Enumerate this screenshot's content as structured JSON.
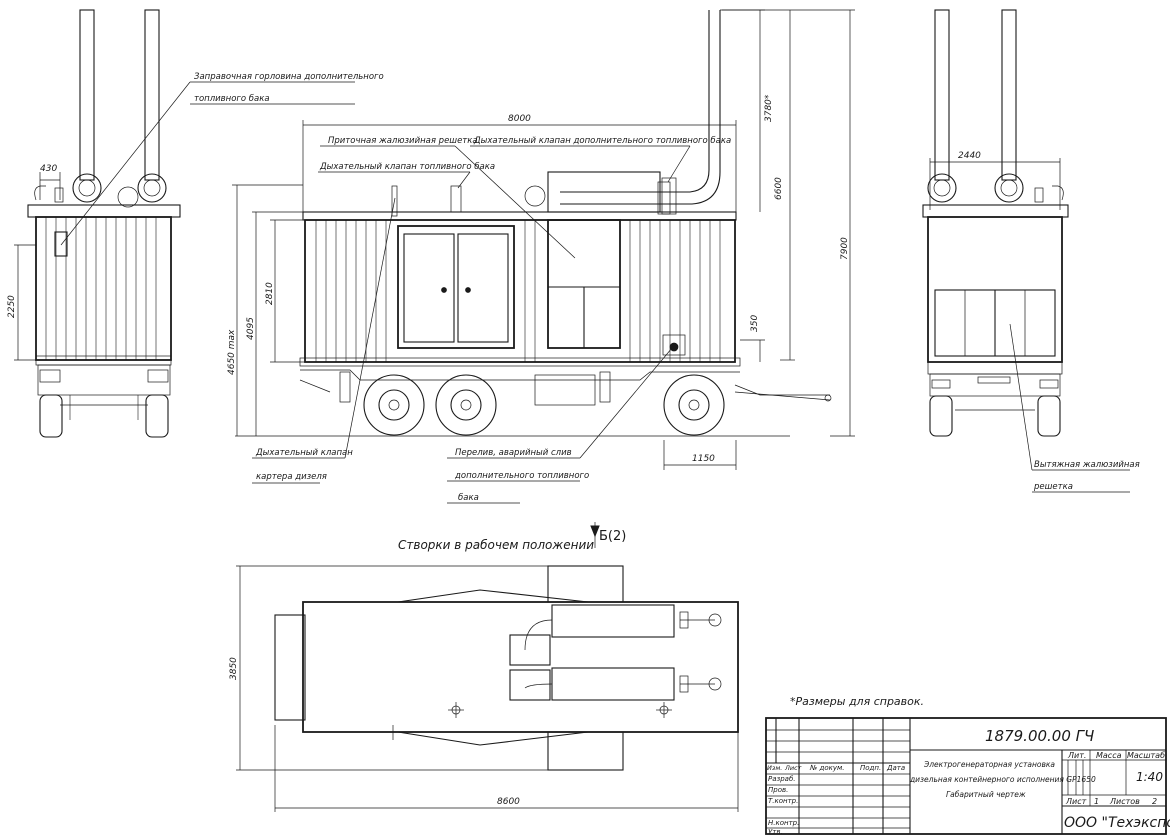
{
  "drawing": {
    "callouts": {
      "filler_neck_1": "Заправочная горловина дополнительного",
      "filler_neck_2": "топливного бака",
      "intake_louver": "Приточная жалюзийная решетка",
      "breather_aux_tank": "Дыхательный клапан дополнительного топливного бака",
      "breather_fuel_tank": "Дыхательный клапан топливного бака",
      "crankcase_breather_1": "Дыхательный клапан",
      "crankcase_breather_2": "картера дизеля",
      "overflow_1": "Перелив, аварийный слив",
      "overflow_2": "дополнительного топливного",
      "overflow_3": "бака",
      "exhaust_louver_1": "Вытяжная жалюзийная",
      "exhaust_louver_2": "решетка"
    },
    "dimensions": {
      "d430": "430",
      "d2250": "2250",
      "d8000": "8000",
      "d3780": "3780*",
      "d6600": "6600",
      "d7900": "7900",
      "d2810": "2810",
      "d4095": "4095",
      "d4650": "4650 max",
      "d350": "350",
      "d1150": "1150",
      "d2440": "2440",
      "d3850": "3850",
      "d8600": "8600"
    },
    "view_label": "Створки в рабочем положении",
    "view_marker": "Б(2)",
    "note": "*Размеры для справок."
  },
  "title_block": {
    "doc_number": "1879.00.00 ГЧ",
    "description_1": "Электрогенераторная установка",
    "description_2": "дизельная контейнерного исполнения GP1650",
    "doc_type": "Габаритный чертеж",
    "col_izm": "Изм.",
    "col_list": "Лист",
    "col_ndoc": "№ докум.",
    "col_podp": "Подп.",
    "col_data": "Дата",
    "row_razrab": "Разраб.",
    "row_prov": "Пров.",
    "row_tkontr": "Т.контр.",
    "row_nkontr": "Н.контр.",
    "row_utv": "Утв.",
    "hdr_lit": "Лит.",
    "hdr_massa": "Масса",
    "hdr_masshtab": "Масштаб",
    "scale": "1:40",
    "sheet_label": "Лист",
    "sheet_value": "1",
    "sheets_label": "Листов",
    "sheets_value": "2",
    "company": "ООО \"Техэкспо\""
  }
}
